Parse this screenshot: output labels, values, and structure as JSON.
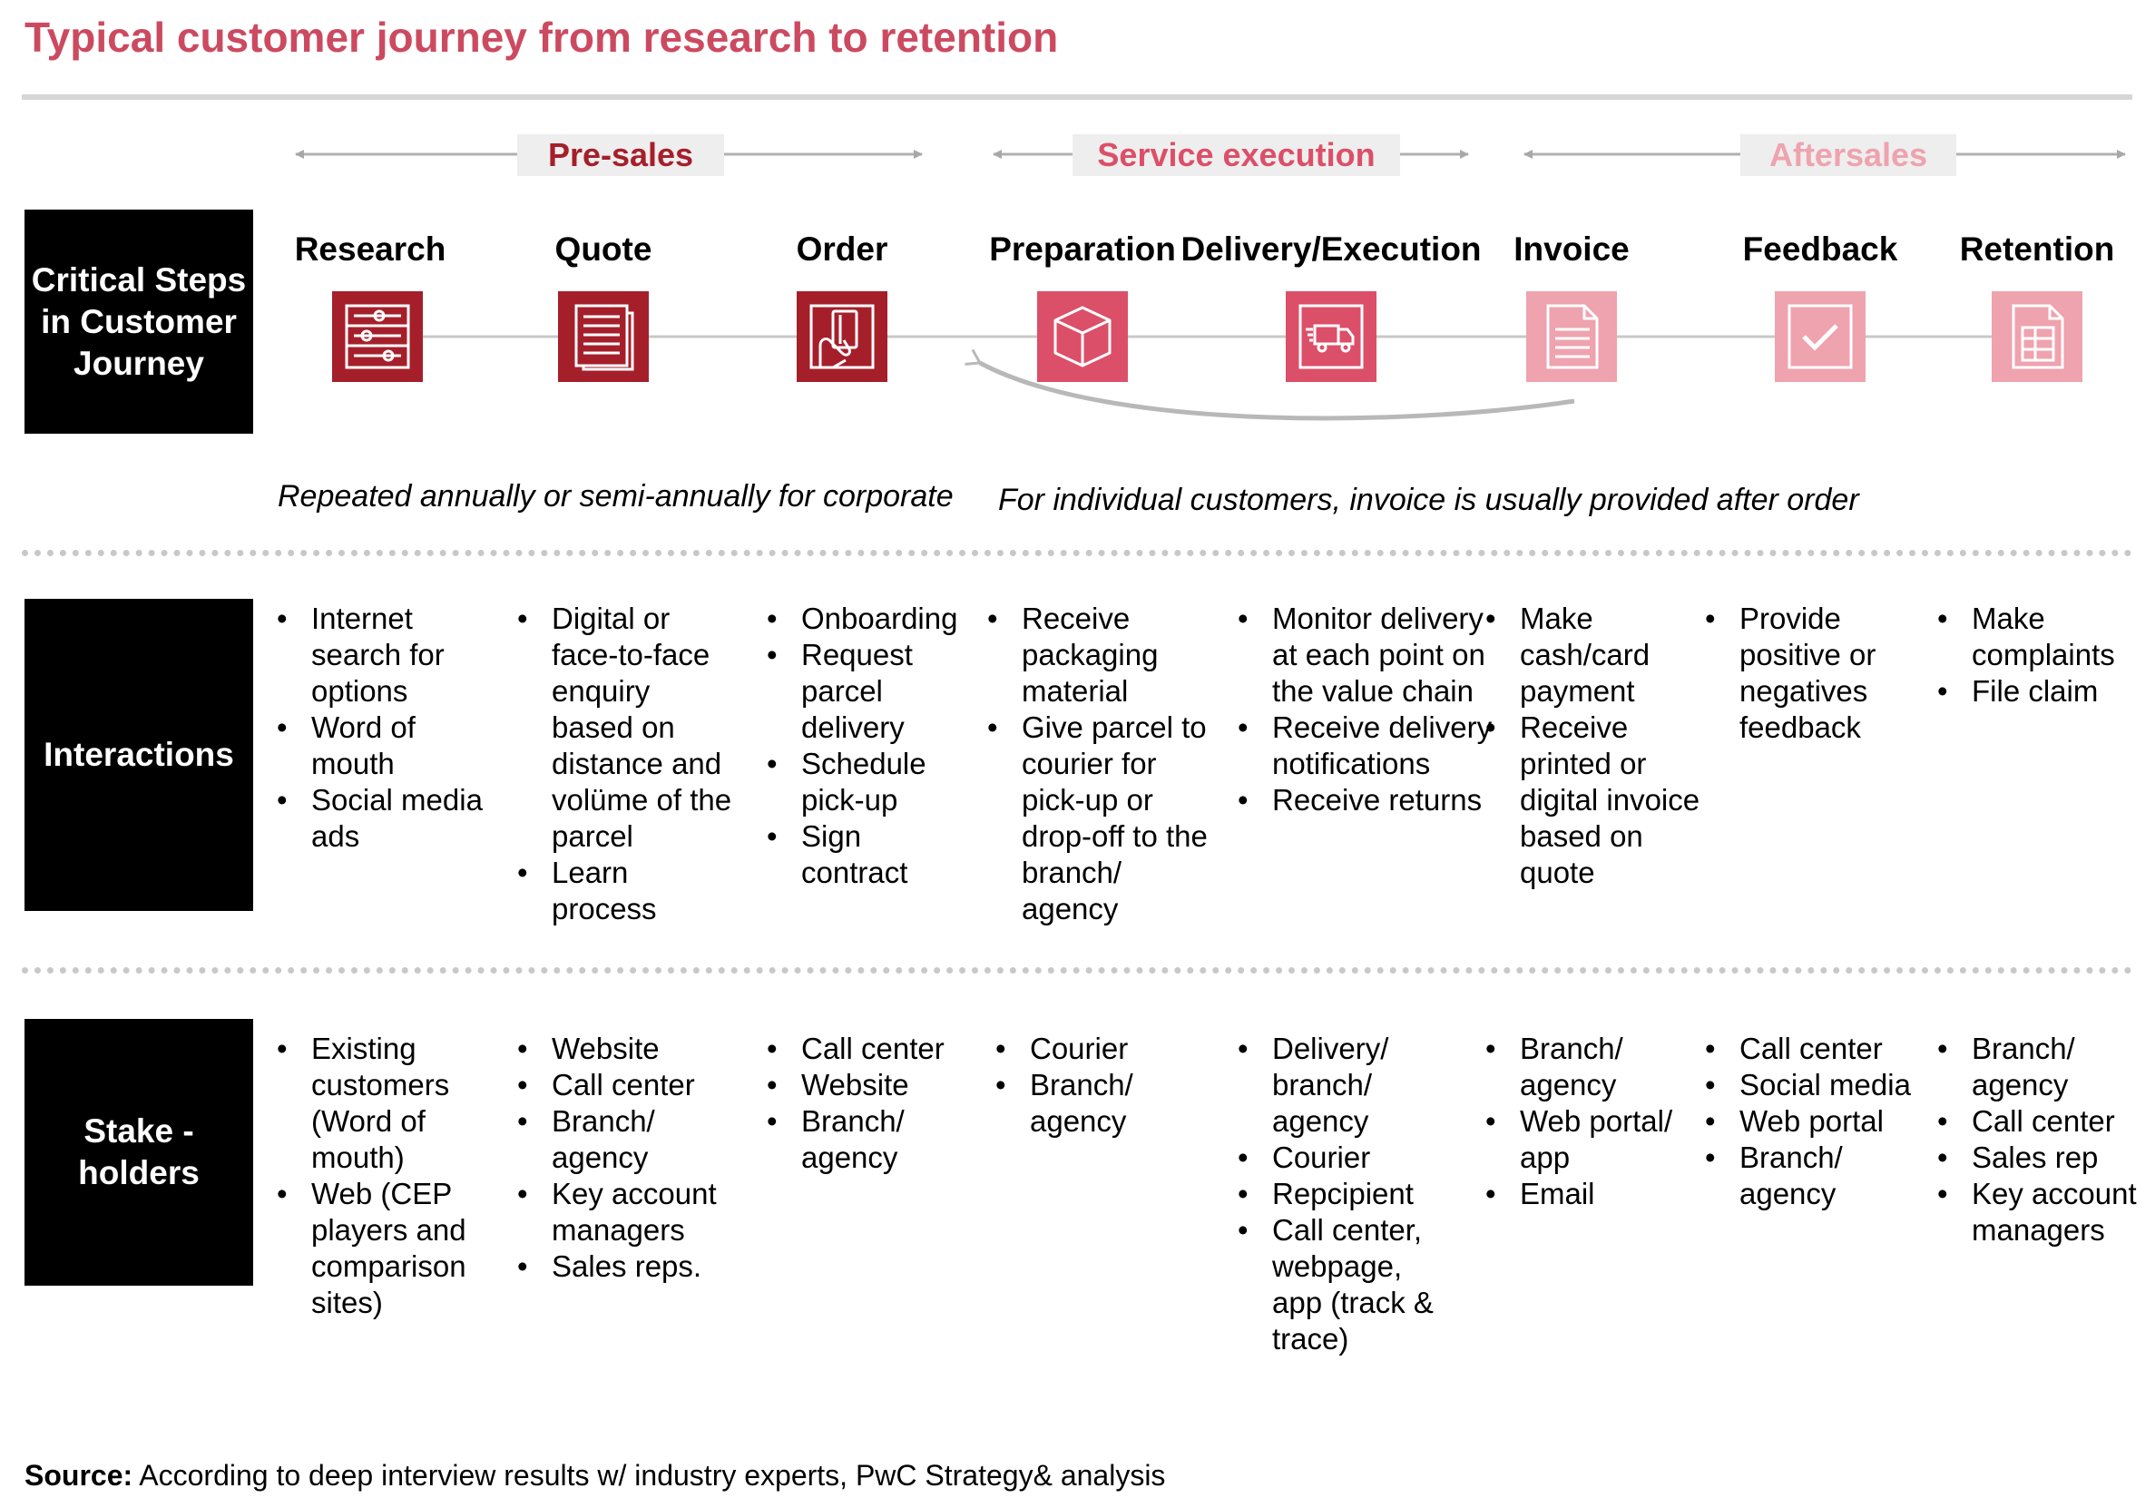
{
  "title": "Typical customer journey from research to retention",
  "phases": [
    {
      "label": "Pre-sales",
      "color": "#a51f2b"
    },
    {
      "label": "Service execution",
      "color": "#dc4f68"
    },
    {
      "label": "Aftersales",
      "color": "#eea3ae"
    }
  ],
  "row_labels": {
    "steps": "Critical Steps in Customer Journey",
    "interactions": "Interactions",
    "stakeholders": "Stake - holders"
  },
  "steps": [
    {
      "title": "Research",
      "icon": "slider-settings-icon",
      "color": "#a51f2b"
    },
    {
      "title": "Quote",
      "icon": "document-icon",
      "color": "#a51f2b"
    },
    {
      "title": "Order",
      "icon": "card-payment-icon",
      "color": "#a51f2b"
    },
    {
      "title": "Preparation",
      "icon": "package-box-icon",
      "color": "#dc4f68"
    },
    {
      "title": "Delivery/Execution",
      "icon": "delivery-truck-icon",
      "color": "#dc4f68"
    },
    {
      "title": "Invoice",
      "icon": "invoice-icon",
      "color": "#eea3ae"
    },
    {
      "title": "Feedback",
      "icon": "checkmark-icon",
      "color": "#eea3ae"
    },
    {
      "title": "Retention",
      "icon": "records-icon",
      "color": "#eea3ae"
    }
  ],
  "notes": {
    "left": "Repeated annually or semi-annually for corporate",
    "right": "For individual customers, invoice is usually provided after order"
  },
  "interactions": [
    [
      "Internet search for options",
      "Word of mouth",
      "Social media ads"
    ],
    [
      "Digital or face-to-face enquiry based on distance and volüme of the parcel",
      "Learn process"
    ],
    [
      "Onboarding",
      "Request parcel delivery",
      "Schedule pick-up",
      "Sign contract"
    ],
    [
      "Receive packaging material",
      "Give parcel to courier for pick-up or drop-off to the branch/ agency"
    ],
    [
      "Monitor delivery at each point on the value chain",
      "Receive delivery notifications",
      "Receive returns"
    ],
    [
      "Make cash/card payment",
      "Receive printed or digital invoice based on quote"
    ],
    [
      "Provide positive or negatives feedback"
    ],
    [
      "Make complaints",
      "File claim"
    ]
  ],
  "stakeholders": [
    [
      "Existing customers (Word of mouth)",
      "Web (CEP players and comparison sites)"
    ],
    [
      "Website",
      "Call center",
      "Branch/ agency",
      "Key account managers",
      "Sales reps."
    ],
    [
      "Call center",
      "Website",
      "Branch/ agency"
    ],
    [
      "Courier",
      "Branch/ agency"
    ],
    [
      "Delivery/ branch/ agency",
      "Courier",
      "Repcipient",
      "Call center, webpage, app (track & trace)"
    ],
    [
      "Branch/ agency",
      "Web portal/ app",
      "Email"
    ],
    [
      "Call center",
      "Social media",
      "Web portal",
      "Branch/ agency"
    ],
    [
      "Branch/ agency",
      "Call center",
      "Sales rep",
      "Key account managers"
    ]
  ],
  "source": {
    "label": "Source:",
    "text": "According to deep interview results w/ industry experts, PwC Strategy& analysis"
  }
}
